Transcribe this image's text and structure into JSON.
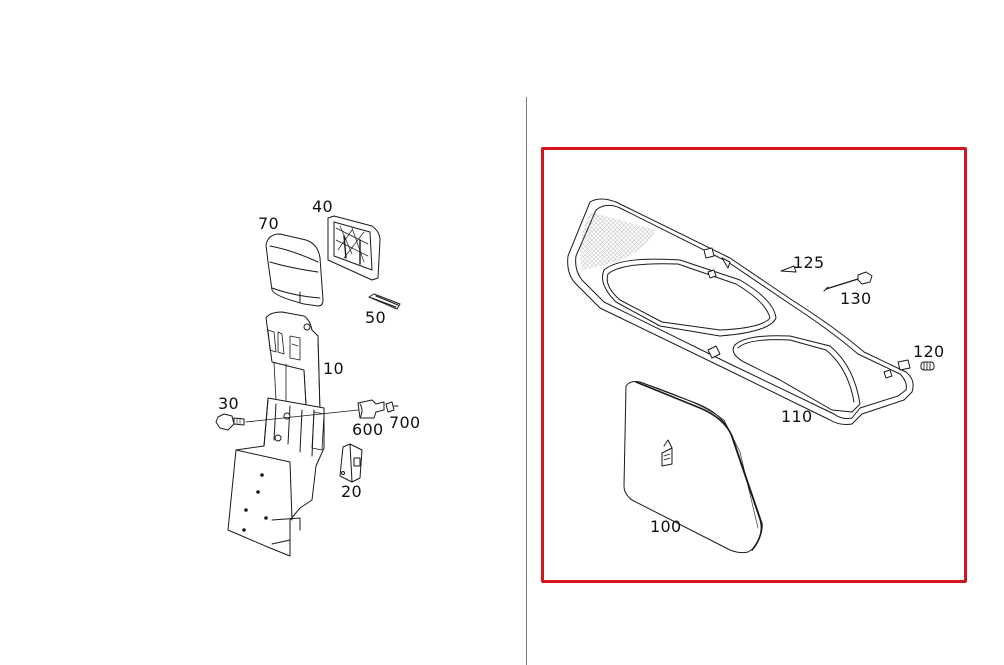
{
  "diagram": {
    "type": "exploded-parts-diagram",
    "left_panel": {
      "name": "backrest-assembly",
      "parts": [
        {
          "id": "70",
          "label": "70",
          "description": "cover/cushion panel"
        },
        {
          "id": "40",
          "label": "40",
          "description": "mesh back panel"
        },
        {
          "id": "50",
          "label": "50",
          "description": "clip"
        },
        {
          "id": "10",
          "label": "10",
          "description": "backrest frame"
        },
        {
          "id": "30",
          "label": "30",
          "description": "bolt"
        },
        {
          "id": "600",
          "label": "600",
          "description": "bushing"
        },
        {
          "id": "700",
          "label": "700",
          "description": "plug"
        },
        {
          "id": "20",
          "label": "20",
          "description": "bracket"
        }
      ]
    },
    "right_panel": {
      "name": "wind-deflector-assembly",
      "highlighted": true,
      "highlight_color": "#d4161c",
      "parts": [
        {
          "id": "125",
          "label": "125",
          "description": "wedge"
        },
        {
          "id": "130",
          "label": "130",
          "description": "pin"
        },
        {
          "id": "120",
          "label": "120",
          "description": "spring/cap"
        },
        {
          "id": "110",
          "label": "110",
          "description": "mesh frame"
        },
        {
          "id": "100",
          "label": "100",
          "description": "storage bag"
        }
      ]
    },
    "colors": {
      "line": "#1a1a1a",
      "divider": "#7a7a7a",
      "highlight": "#d4161c",
      "background": "#ffffff"
    }
  }
}
